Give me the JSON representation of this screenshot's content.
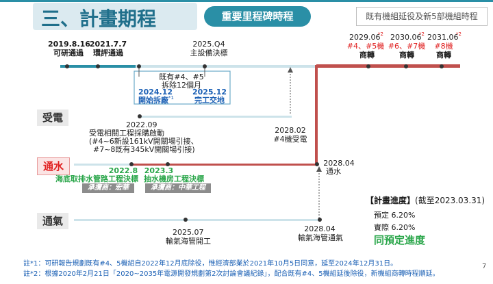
{
  "header": {
    "title": "三、計畫期程",
    "pill": "重要里程碑時程",
    "note": "既有機組延役及新5部機組時程"
  },
  "milestones_top": {
    "m1_date": "2019.8.16",
    "m1_text": "可研通過",
    "m2_date": "2021.7.7",
    "m2_text": "環評通過",
    "m3_date": "2025.Q4",
    "m3_text": "主設備決標",
    "box_line1": "既有#4、#5",
    "box_line2": "拆除12個月",
    "box_start_date": "2024.12",
    "box_start_text": "開始拆廠",
    "box_start_sup": "*1",
    "box_end_date": "2025.12",
    "box_end_text": "完工交地",
    "c1_date": "2029.06",
    "c1_sup": "*2",
    "c1_units": "#4、#5機",
    "c1_text": "商轉",
    "c2_date": "2030.06",
    "c2_sup": "*2",
    "c2_units": "#6、#7機",
    "c2_text": "商轉",
    "c3_date": "2031.06",
    "c3_sup": "*2",
    "c3_units": "#8機",
    "c3_text": "商轉"
  },
  "rows": {
    "power_label": "受電",
    "water_label": "通水",
    "gas_label": "通氣"
  },
  "power": {
    "date": "2022.09",
    "line1": "受電相關工程採購啟動",
    "line2": "(#4~6新設161kV開關場引接、",
    "line3": "#7~8既有345kV開關場引接)",
    "milestone_date": "2028.02",
    "milestone_text": "#4機受電"
  },
  "water": {
    "d1": "2022.8",
    "t1": "海底取排水管路工程決標",
    "c1": "承攬商：宏華",
    "d2": "2023.3",
    "t2": "抽水機房工程決標",
    "c2": "承攬商：中華工程",
    "milestone_date": "2028.04",
    "milestone_text": "通水"
  },
  "gas": {
    "d1": "2025.07",
    "t1": "輸氣海管開工",
    "d2": "2028.04",
    "t2": "輸氣海管通氣"
  },
  "progress": {
    "title": "【計畫進度】",
    "as_of": "(截至2023.03.31)",
    "planned": "預定 6.20%",
    "actual": "實際 6.20%",
    "status": "同預定進度"
  },
  "footnotes": {
    "n1": "註*1：可研報告規劃既有#4、5機組自2022年12月底除役，惟經濟部業於2021年10月5日同意，延至2024年12月31日。",
    "n2": "註*2：根據2020年2月21日「2020~2035年電源開發規劃第2次討論會議紀錄」，配合既有#4、5機組延後除役，新機組商轉時程順延。"
  },
  "page_number": "7",
  "colors": {
    "teal": "#2a8fa6",
    "light_teal": "#cde3ea",
    "red": "#c0504d",
    "green": "#2aa64a"
  }
}
